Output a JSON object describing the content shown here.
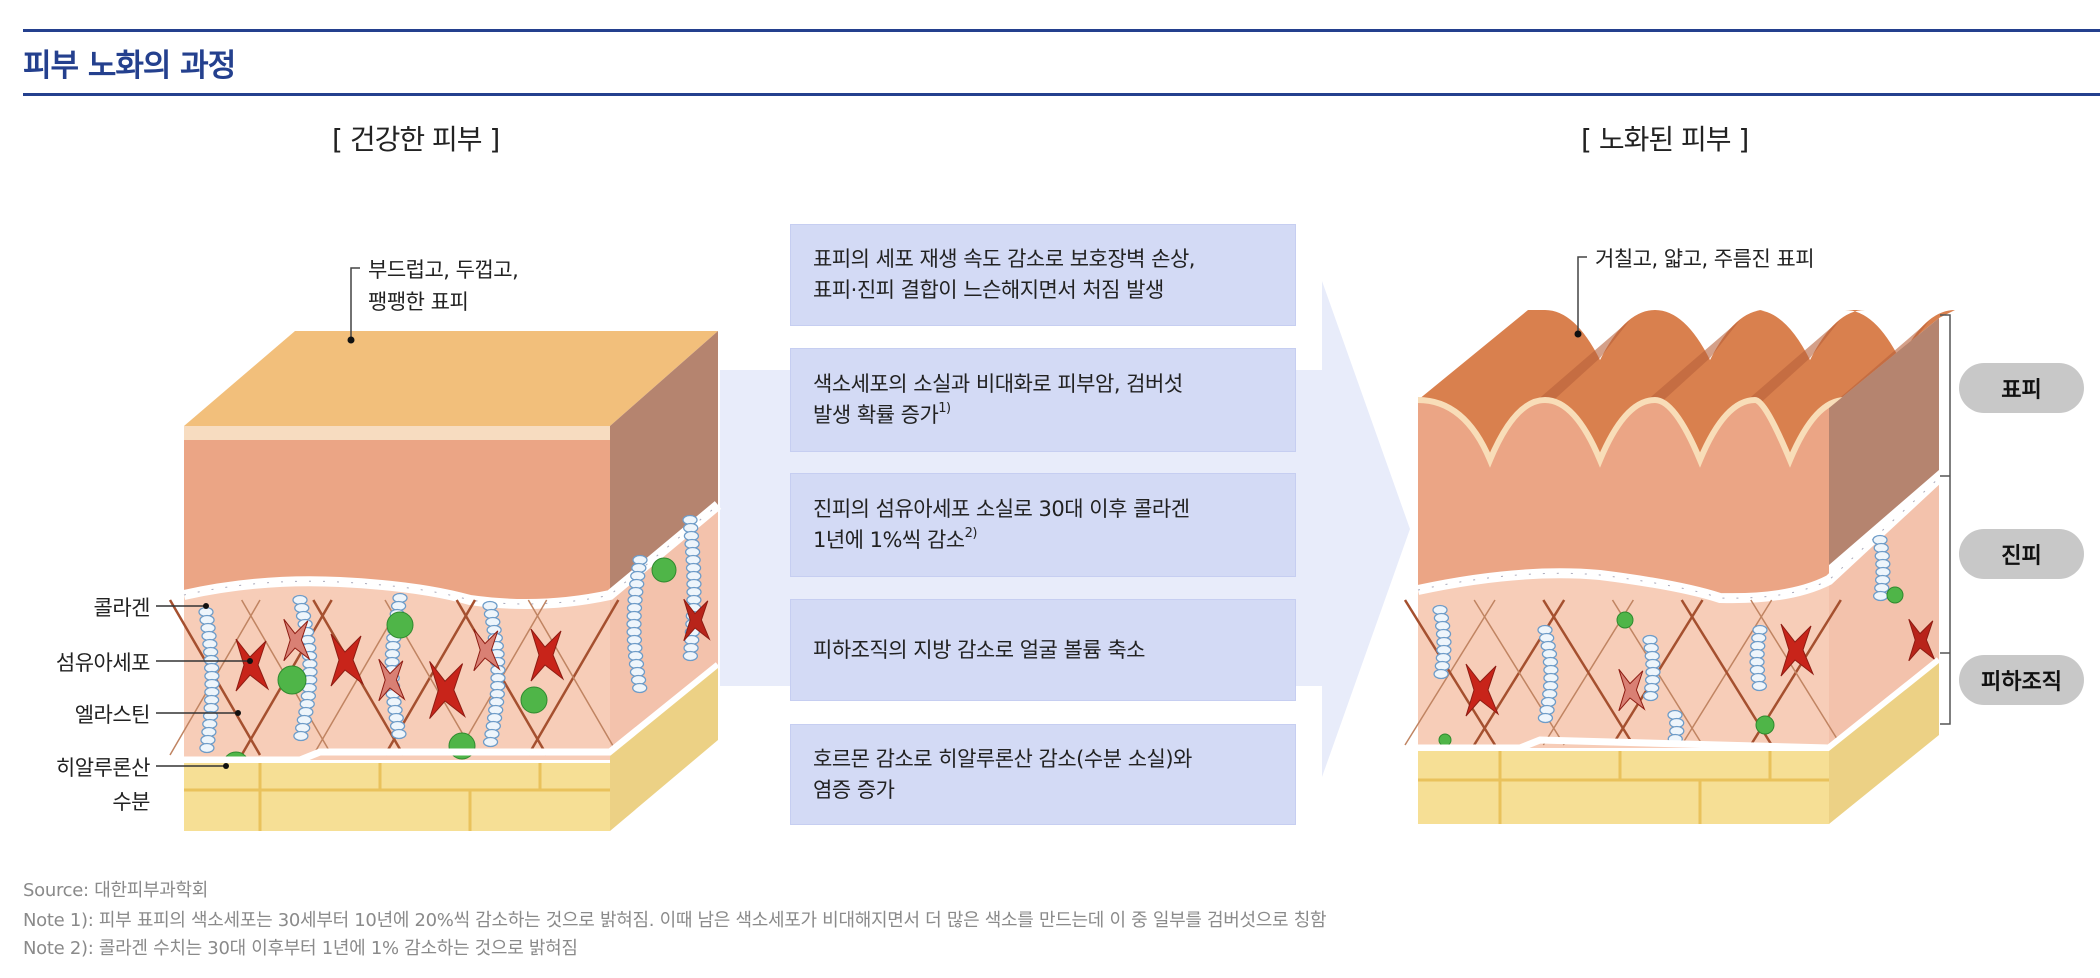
{
  "header": {
    "title": "피부 노화의 과정"
  },
  "healthy": {
    "title": "[ 건강한 피부 ]",
    "epidermis_label_line1": "부드럽고, 두껍고,",
    "epidermis_label_line2": "팽팽한 표피",
    "labels": [
      "콜라겐",
      "섬유아세포",
      "엘라스틴",
      "히알루론산",
      "수분"
    ]
  },
  "aged": {
    "title": "[ 노화된 피부 ]",
    "epidermis_label": "거칠고, 얇고, 주름진 표피",
    "layers": [
      "표피",
      "진피",
      "피하조직"
    ]
  },
  "changes": [
    {
      "line1": "표피의 세포 재생 속도 감소로 보호장벽 손상,",
      "line2": "표피·진피 결합이 느슨해지면서 처짐 발생",
      "note": ""
    },
    {
      "line1": "색소세포의 소실과 비대화로 피부암, 검버섯",
      "line2": "발생 확률 증가",
      "note": "1)"
    },
    {
      "line1": "진피의 섬유아세포 소실로 30대 이후 콜라겐",
      "line2": "1년에 1%씩 감소",
      "note": "2)"
    },
    {
      "line1": "피하조직의 지방 감소로 얼굴 볼륨 축소",
      "line2": "",
      "note": ""
    },
    {
      "line1": "호르몬 감소로 히알루론산 감소(수분 소실)와",
      "line2": "염증 증가",
      "note": ""
    }
  ],
  "footer": {
    "source": "Source: 대한피부과학회",
    "note1": "Note 1): 피부 표피의 색소세포는 30세부터 10년에 20%씩 감소하는 것으로 밝혀짐. 이때 남은 색소세포가 비대해지면서 더 많은 색소를 만드는데 이 중 일부를 검버섯으로 칭함",
    "note2": "Note 2): 콜라겐 수치는 30대 이후부터 1년에 1% 감소하는 것으로 밝혀짐"
  },
  "colors": {
    "brand": "#24408e",
    "box": "#d3daf5",
    "arrow": "#e8ecfa",
    "pill": "#c8c8c8"
  }
}
